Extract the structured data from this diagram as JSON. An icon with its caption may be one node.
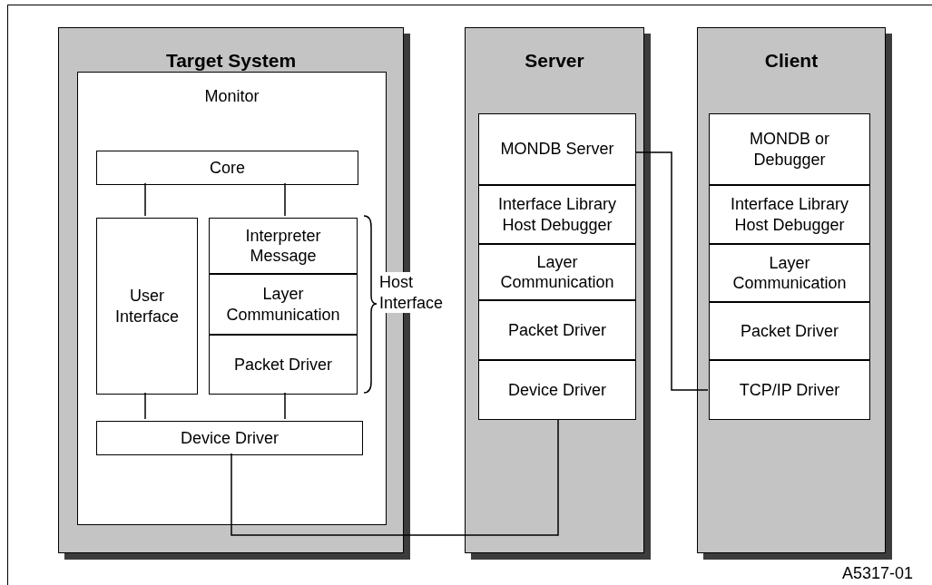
{
  "diagram": {
    "nodes": [
      {
        "text": [
          "Target System"
        ]
      },
      {
        "text": [
          "Monitor"
        ],
        "in": 0
      },
      {
        "text": [
          "Core"
        ],
        "in": 1
      },
      {
        "text": [
          "User Interface"
        ],
        "in": 1
      },
      {
        "text": [
          "Interpreter Message"
        ],
        "in": 1
      },
      {
        "text": [
          "Layer Communication"
        ],
        "in": 1
      },
      {
        "text": [
          "Packet Driver"
        ],
        "in": 1
      },
      {
        "text": [
          "Device Driver"
        ],
        "in": 1
      },
      {
        "text": [
          "Server"
        ]
      },
      {
        "text": [
          "MONDB Server"
        ],
        "in": 8
      },
      {
        "text": [
          "Interface Library Host Debugger"
        ],
        "in": 8
      },
      {
        "text": [
          "Layer Communication"
        ],
        "in": 8
      },
      {
        "text": [
          "Packet Driver"
        ],
        "in": 8
      },
      {
        "text": [
          "Device Driver"
        ],
        "in": 8
      },
      {
        "text": [
          "Client"
        ]
      },
      {
        "text": [
          "MONDB or Debugger"
        ],
        "in": 14
      },
      {
        "text": [
          "Interface Library Host Debugger"
        ],
        "in": 14
      },
      {
        "text": [
          "Layer Communication"
        ],
        "in": 14
      },
      {
        "text": [
          "Packet Driver"
        ],
        "in": 14
      },
      {
        "text": [
          "TCP/IP Driver"
        ],
        "in": 14
      }
    ],
    "edges": [
      {
        "from": 2,
        "to": 3,
        "arrow": "none"
      },
      {
        "from": 2,
        "to": 4,
        "arrow": "none"
      },
      {
        "from": 3,
        "to": 7,
        "arrow": "none"
      },
      {
        "from": 6,
        "to": 7,
        "arrow": "none"
      },
      {
        "from": 7,
        "to": 13,
        "arrow": "none"
      },
      {
        "from": 9,
        "to": 19,
        "arrow": "none"
      }
    ],
    "labels": [
      "Host Interface",
      "A5317-01"
    ]
  }
}
